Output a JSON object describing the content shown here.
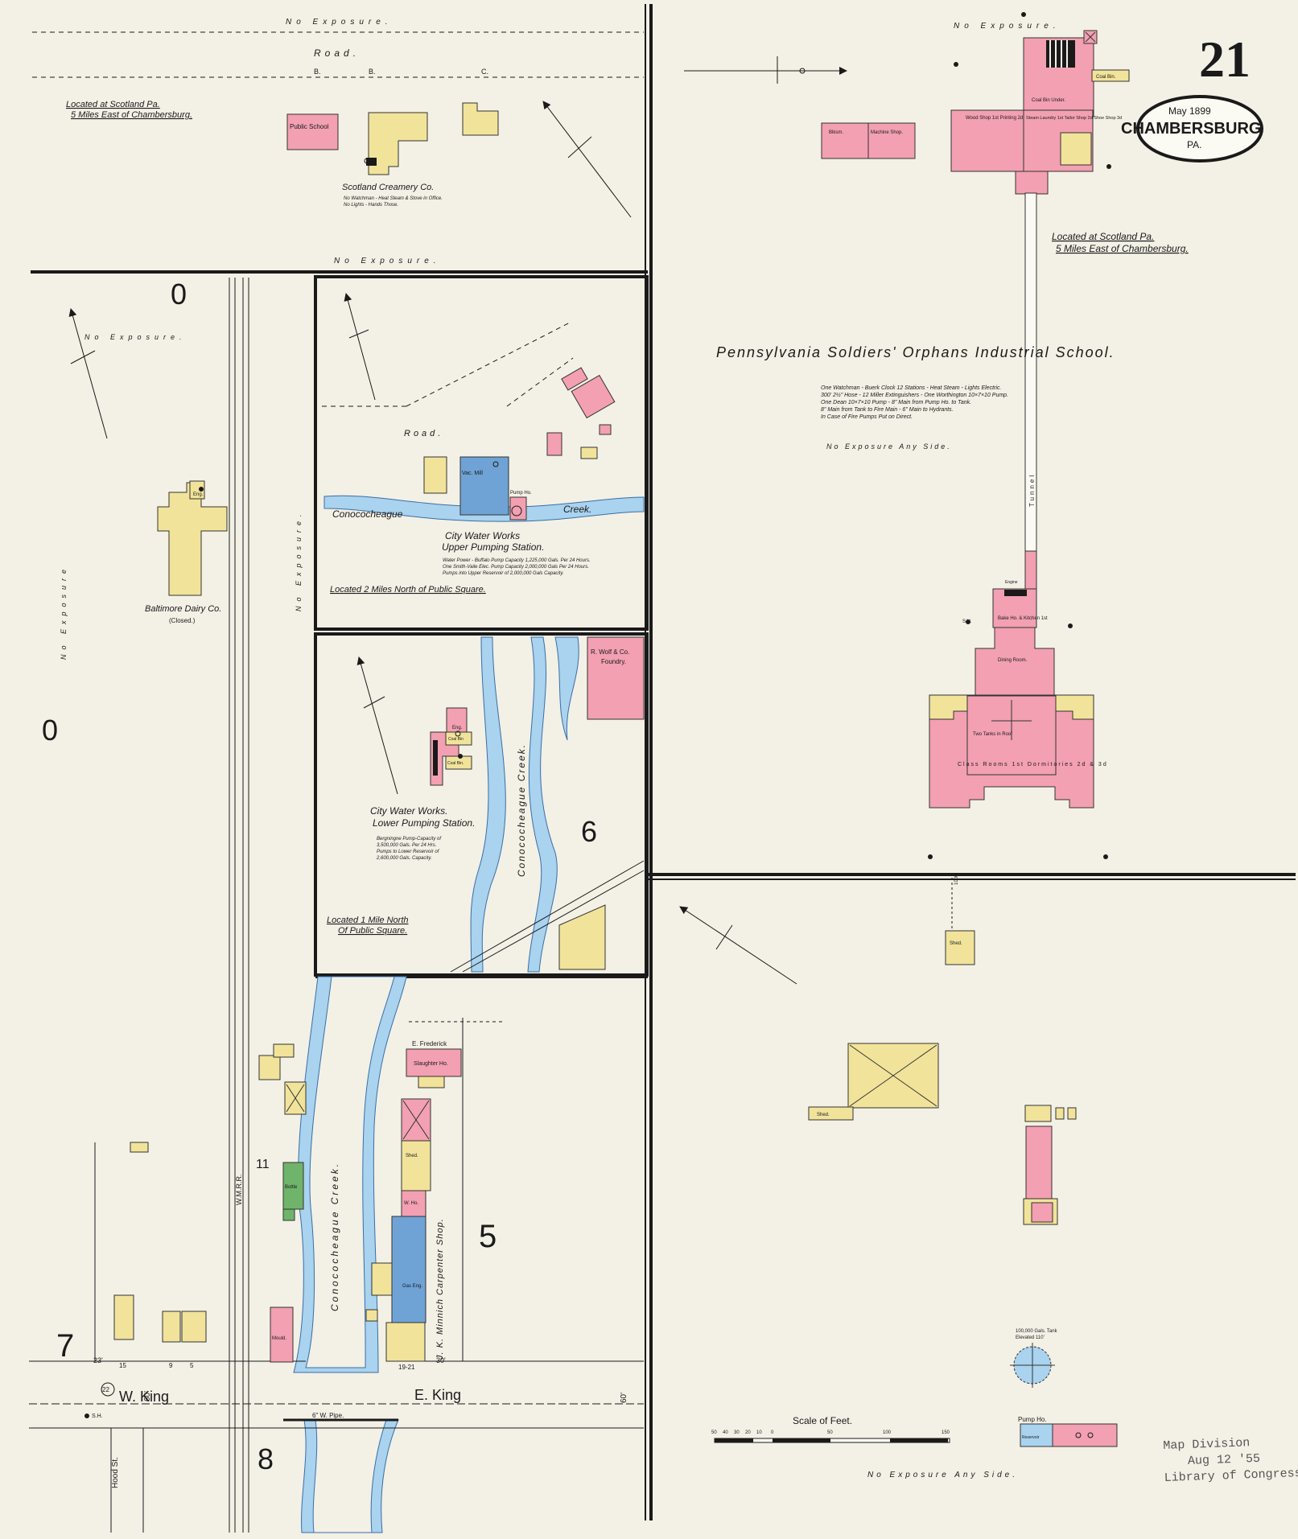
{
  "sheet": {
    "number": "21",
    "cartouche": {
      "date": "May 1899",
      "city": "CHAMBERSBURG",
      "state": "PA."
    }
  },
  "panels": {
    "scotland_top": {
      "labels": {
        "no_exposure_top": "No Exposure.",
        "road": "Road.",
        "road_marks": [
          "B.",
          "B.",
          "C."
        ],
        "location": "Located at Scotland Pa.",
        "location_sub": "5 Miles East of Chambersburg.",
        "public_school": "Public School",
        "creamery": "Scotland Creamery Co.",
        "creamery_note1": "No Watchman - Heat Steam & Stove in Office.",
        "creamery_note2": "No Lights - Hands Those.",
        "no_exposure_bottom": "No Exposure."
      }
    },
    "baltimore": {
      "labels": {
        "zero_top": "0",
        "zero_left": "0",
        "no_exposure_top": "No Exposure.",
        "no_exposure_left": "No Exposure",
        "no_exposure_right": "No Exposure.",
        "dairy": "Baltimore Dairy Co.",
        "dairy_sub": "(Closed.)",
        "eng": "Eng."
      }
    },
    "upper_pumping": {
      "labels": {
        "road": "Road.",
        "vac_mill": "Vac. Mill",
        "pump_ho": "Pump Ho.",
        "creek_left": "Conococheague",
        "creek_right": "Creek.",
        "title1": "City Water Works",
        "title2": "Upper Pumping Station.",
        "note1": "Water Power - Buffalo Pump Capacity 1,225,000 Gals. Per 24 Hours.",
        "note2": "One Smith-Vaile Elec. Pump Capacity 2,000,000 Gals Per 24 Hours.",
        "note3": "Pumps into Upper Reservoir of 2,000,000 Gals Capacity.",
        "location": "Located 2 Miles North of Public Square."
      }
    },
    "lower_pumping": {
      "labels": {
        "foundry1": "R. Wolf & Co.",
        "foundry2": "Foundry.",
        "creek": "Conococheague Creek.",
        "six": "6",
        "eng": "Eng.",
        "coal_bin1": "Coal Bin",
        "coal_bin2": "Coal Bin.",
        "title1": "City Water Works.",
        "title2": "Lower Pumping Station.",
        "note1": "Bergningne Pump-Capacity of",
        "note2": "3,500,000 Gals. Per 24 Hrs.",
        "note3": "Pumps to Lower Reservoir of",
        "note4": "2,600,000 Gals. Capacity.",
        "location1": "Located 1 Mile North",
        "location2": "Of Public Square."
      }
    },
    "east_king": {
      "labels": {
        "e_frederick": "E. Frederick",
        "slaughter": "Slaughter Ho.",
        "shed": "Shed.",
        "w_ho": "W. Ho.",
        "carpenter": "J. K. Minnich Carpenter Shop.",
        "gas_eng": "Gas Eng.",
        "creek": "Conococheague Creek.",
        "five": "5",
        "eleven": "11",
        "wmrr": "W.M.R.R.",
        "seven": "7",
        "eight": "8",
        "w_king": "W. King",
        "e_king": "E. King",
        "pipe": "6\" W. Pipe.",
        "hood_st": "Hood St.",
        "sixty_left": "60'",
        "sixty_right": "60'",
        "circle_no": "22",
        "sh": "S.H.",
        "house_nos": [
          "15",
          "9",
          "5",
          "19-21",
          "23'",
          "30'"
        ],
        "mould": "Mould.",
        "bottle": "Bottle"
      }
    },
    "orphans_school": {
      "labels": {
        "no_exposure_top": "No Exposure.",
        "location": "Located at Scotland Pa.",
        "location_sub": "5 Miles East of Chambersburg.",
        "title": "Pennsylvania Soldiers' Orphans Industrial School.",
        "note1": "One Watchman - Buerk Clock 12 Stations - Heat Steam - Lights Electric.",
        "note2": "300' 2½\" Hose - 12 Miller Extinguishers - One Worthington 10×7×10 Pump.",
        "note3": "One Dean 10×7×10 Pump - 8\" Main from Pump Ho. to Tank.",
        "note4": "8\" Main from Tank to Fire Main - 6\" Main to Hydrants.",
        "note5": "In Case of Fire Pumps Put on Direct.",
        "no_exposure_any": "No Exposure Any Side.",
        "tunnel": "Tunnel",
        "blksm": "Blksm.",
        "machine_shop": "Machine Shop.",
        "coal_bin": "Coal Bin.",
        "coal_bin_under": "Coal Bin Under.",
        "wood_shop": "Wood Shop 1st Printing 2d",
        "steam_laundry": "Steam Laundry 1st Tailor Shop 2d Shoe Shop 3d",
        "dining_room": "Dining Room.",
        "bake_ho": "Bake Ho. & Kitchen 1st",
        "tanks": "Two Tanks in Roof",
        "class_rooms": "Class Rooms 1st Dormitories 2d & 3d",
        "engine": "Engine",
        "sh": "S.H.",
        "shed": "Shed.",
        "tank_label1": "100,000 Gals. Tank",
        "tank_label2": "Elevated 110'",
        "pump_ho": "Pump Ho.",
        "reservoir": "Reservoir",
        "distance": "1000'",
        "scale": "Scale of Feet.",
        "scale_ticks": [
          "50",
          "40",
          "30",
          "20",
          "10",
          "0",
          "50",
          "100",
          "150"
        ],
        "no_exposure_bottom": "No Exposure Any Side."
      }
    }
  },
  "stamp": {
    "line1": "Map Division",
    "line2": "Aug 12 '55",
    "line3": "Library of Congress"
  },
  "colors": {
    "brick": "#f2a0b2",
    "frame": "#f1e39a",
    "stone": "#6fa3d6",
    "water": "#a9d3ee",
    "iron": "#6fb46a",
    "paper": "#f3f0e6",
    "ink": "#1a1a1a"
  }
}
